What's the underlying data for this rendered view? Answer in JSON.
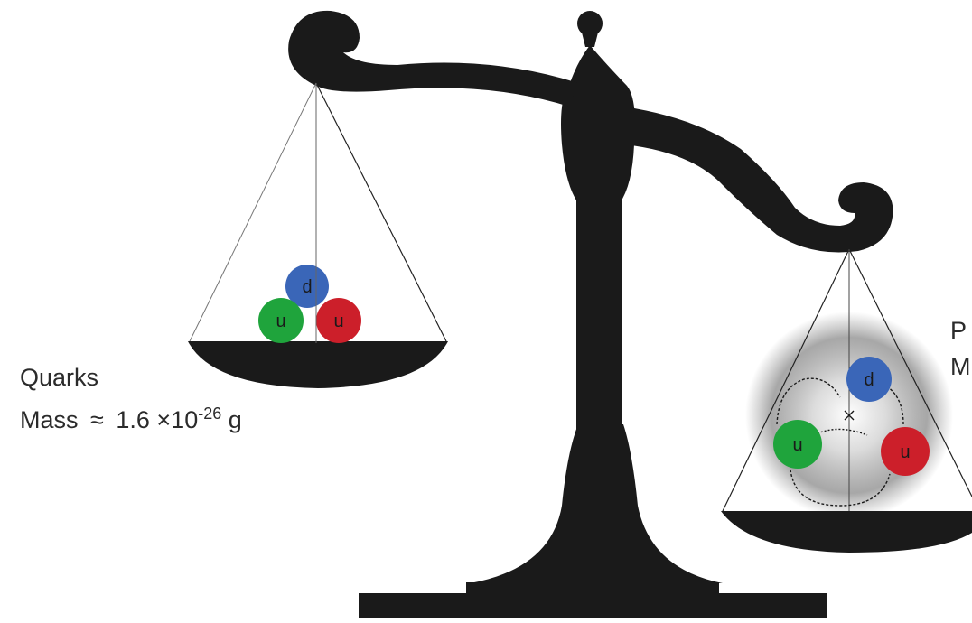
{
  "left_pan": {
    "name": "Quarks",
    "mass_prefix": "Mass",
    "approx": "≈",
    "mantissa": "1.6 ×10",
    "exponent": "-26",
    "unit": "g",
    "quarks": [
      {
        "letter": "d",
        "color": "#3a66b8"
      },
      {
        "letter": "u",
        "color": "#1fa43c"
      },
      {
        "letter": "u",
        "color": "#cc1f2a"
      }
    ]
  },
  "right_pan": {
    "name_partial": "P",
    "mass_partial": "M",
    "quarks": [
      {
        "letter": "d",
        "color": "#3a66b8"
      },
      {
        "letter": "u",
        "color": "#1fa43c"
      },
      {
        "letter": "u",
        "color": "#cc1f2a"
      }
    ]
  },
  "colors": {
    "scale": "#1a1a1a",
    "string": "#555555",
    "glow": "#7a7a7a"
  }
}
